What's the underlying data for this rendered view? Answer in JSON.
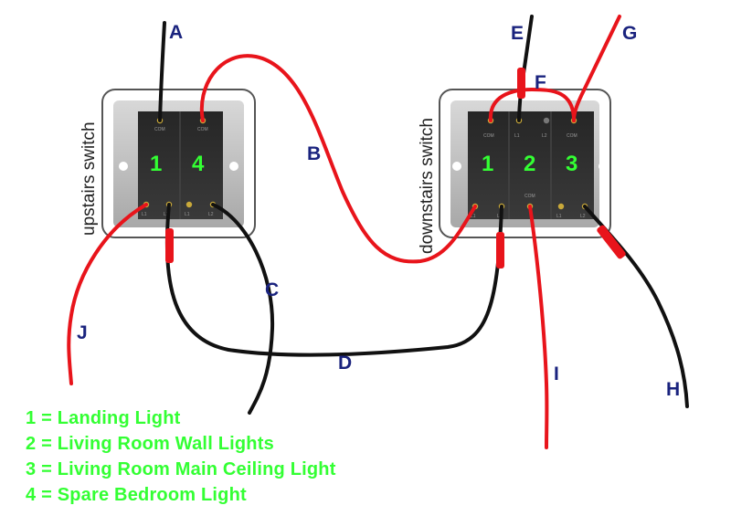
{
  "switches": {
    "upstairs": {
      "label": "upstairs switch",
      "gangs": [
        "1",
        "4"
      ],
      "terminals": {
        "com": "COM",
        "l1": "L1",
        "l2": "L2"
      }
    },
    "downstairs": {
      "label": "downstairs switch",
      "gangs": [
        "1",
        "2",
        "3"
      ],
      "terminals": {
        "com": "COM",
        "l1": "L1",
        "l2": "L2"
      }
    }
  },
  "wires": [
    {
      "label": "A",
      "color": "#111111"
    },
    {
      "label": "B",
      "color": "#e8141b"
    },
    {
      "label": "C",
      "color": "#111111"
    },
    {
      "label": "D",
      "color": "#111111"
    },
    {
      "label": "E",
      "color": "#111111"
    },
    {
      "label": "F",
      "color": "#e8141b"
    },
    {
      "label": "G",
      "color": "#e8141b"
    },
    {
      "label": "H",
      "color": "#111111"
    },
    {
      "label": "I",
      "color": "#e8141b"
    },
    {
      "label": "J",
      "color": "#e8141b"
    }
  ],
  "legend": [
    "1 = Landing Light",
    "2 = Living Room Wall Lights",
    "3 = Living Room Main Ceiling Light",
    "4 = Spare Bedroom Light"
  ],
  "colors": {
    "legend_text": "#33ff33",
    "wire_label": "#1a237e",
    "red_wire": "#e8141b",
    "black_wire": "#111111"
  }
}
